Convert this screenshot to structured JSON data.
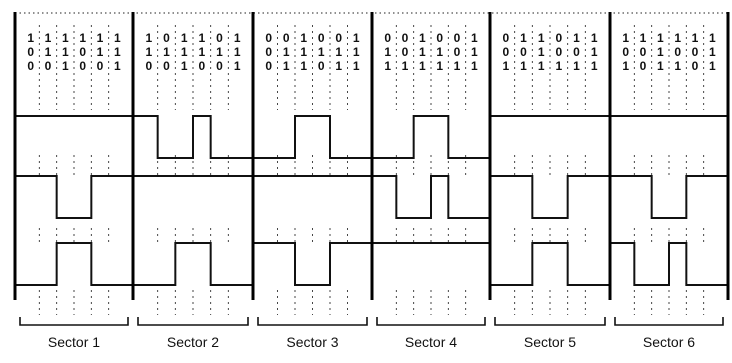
{
  "sectors": [
    {
      "label": "Sector 1",
      "rows": [
        [
          "1",
          "1",
          "1",
          "1",
          "1",
          "1"
        ],
        [
          "0",
          "1",
          "1",
          "0",
          "1",
          "1"
        ],
        [
          "0",
          "0",
          "1",
          "0",
          "0",
          "1"
        ]
      ],
      "waveforms": [
        "111111",
        "110011",
        "001100"
      ]
    },
    {
      "label": "Sector 2",
      "rows": [
        [
          "1",
          "0",
          "1",
          "1",
          "0",
          "1"
        ],
        [
          "1",
          "1",
          "1",
          "1",
          "1",
          "1"
        ],
        [
          "0",
          "0",
          "1",
          "0",
          "0",
          "1"
        ]
      ],
      "waveforms": [
        "100100",
        "111111",
        "001100"
      ]
    },
    {
      "label": "Sector 3",
      "rows": [
        [
          "0",
          "0",
          "1",
          "0",
          "0",
          "1"
        ],
        [
          "0",
          "1",
          "1",
          "1",
          "1",
          "1"
        ],
        [
          "0",
          "1",
          "1",
          "0",
          "1",
          "1"
        ]
      ],
      "waveforms": [
        "001100",
        "111111",
        "110011"
      ]
    },
    {
      "label": "Sector 4",
      "rows": [
        [
          "0",
          "0",
          "1",
          "0",
          "0",
          "1"
        ],
        [
          "1",
          "0",
          "1",
          "1",
          "0",
          "1"
        ],
        [
          "1",
          "1",
          "1",
          "1",
          "1",
          "1"
        ]
      ],
      "waveforms": [
        "001100",
        "100100",
        "111111"
      ]
    },
    {
      "label": "Sector 5",
      "rows": [
        [
          "0",
          "1",
          "1",
          "0",
          "1",
          "1"
        ],
        [
          "0",
          "0",
          "1",
          "0",
          "0",
          "1"
        ],
        [
          "1",
          "1",
          "1",
          "1",
          "1",
          "1"
        ]
      ],
      "waveforms": [
        "111111",
        "110011",
        "001100"
      ]
    },
    {
      "label": "Sector 6",
      "rows": [
        [
          "1",
          "1",
          "1",
          "1",
          "1",
          "1"
        ],
        [
          "0",
          "0",
          "1",
          "0",
          "0",
          "1"
        ],
        [
          "1",
          "0",
          "1",
          "1",
          "0",
          "1"
        ]
      ],
      "waveforms": [
        "111111",
        "110011",
        "100100"
      ]
    }
  ]
}
